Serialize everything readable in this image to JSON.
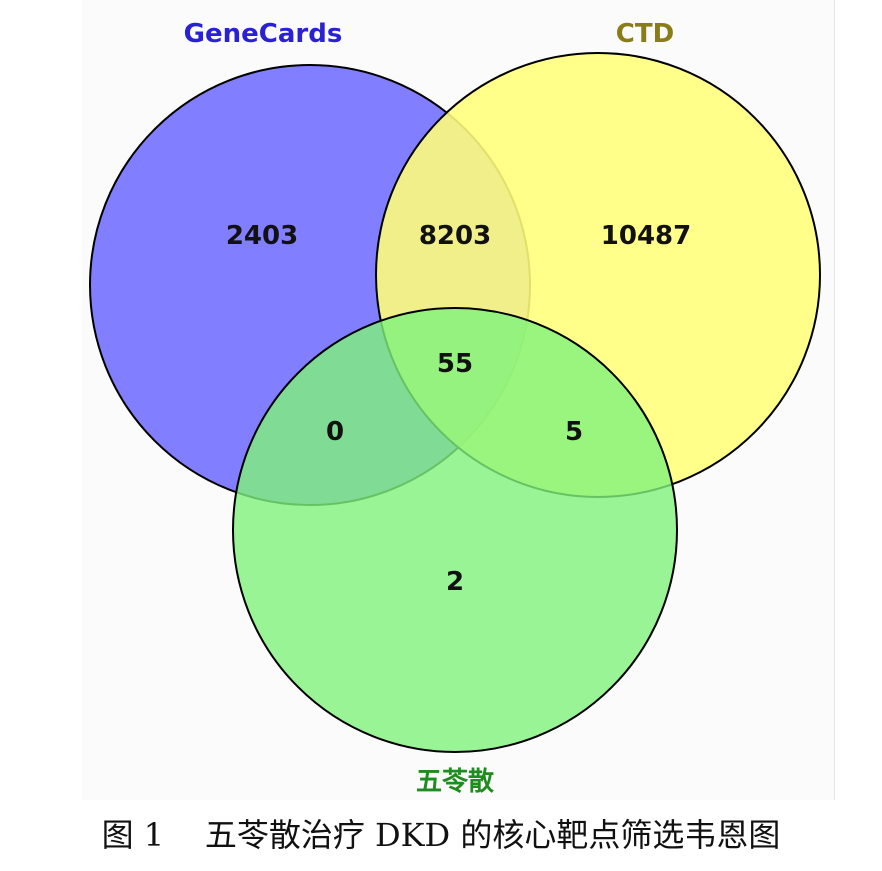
{
  "sets": [
    {
      "id": "genecards",
      "name": "GeneCards",
      "fill": "#6f6cff",
      "label_color": "#2a21d6"
    },
    {
      "id": "ctd",
      "name": "CTD",
      "fill": "#ffff7a",
      "label_color": "#8a7d17"
    },
    {
      "id": "wuling",
      "name": "五苓散",
      "fill": "#7ff27a",
      "label_color": "#1f8c1f"
    }
  ],
  "regions": {
    "genecards_only": "2403",
    "genecards_ctd": "8203",
    "ctd_only": "10487",
    "all_three": "55",
    "genecards_wuling": "0",
    "ctd_wuling": "5",
    "wuling_only": "2"
  },
  "caption": "图 1    五苓散治疗 DKD 的核心靶点筛选韦恩图"
}
